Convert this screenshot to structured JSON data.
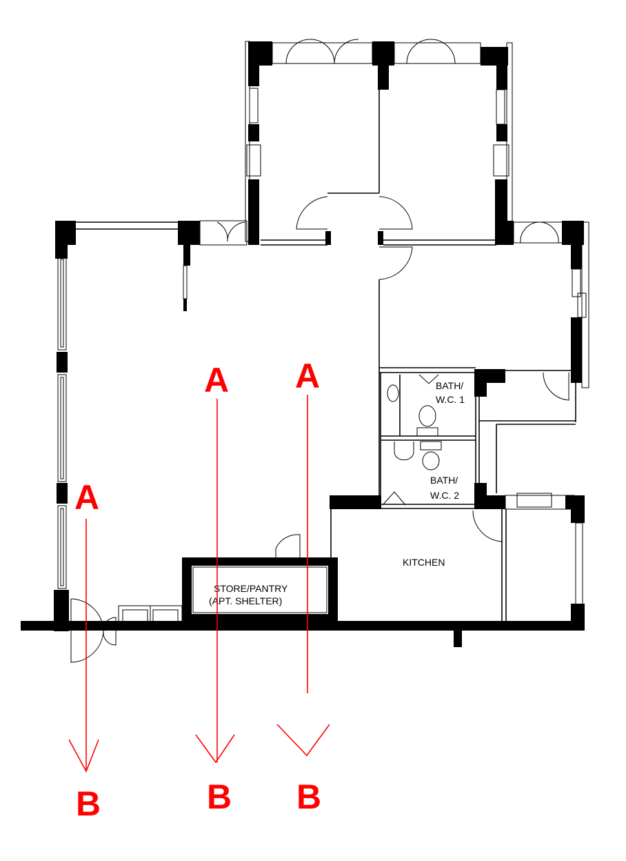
{
  "rooms": {
    "bath1_line1": "BATH/",
    "bath1_line2": "W.C.  1",
    "bath2_line1": "BATH/",
    "bath2_line2": "W.C.  2",
    "kitchen": "KITCHEN",
    "store_line1": "STORE/PANTRY",
    "store_line2": "(APT. SHELTER)"
  },
  "section_markers": [
    {
      "start": "A",
      "end": "B"
    },
    {
      "start": "A",
      "end": "B"
    },
    {
      "start": "A",
      "end": "B"
    }
  ],
  "colors": {
    "walls": "#000000",
    "section_lines": "#ff0000"
  }
}
